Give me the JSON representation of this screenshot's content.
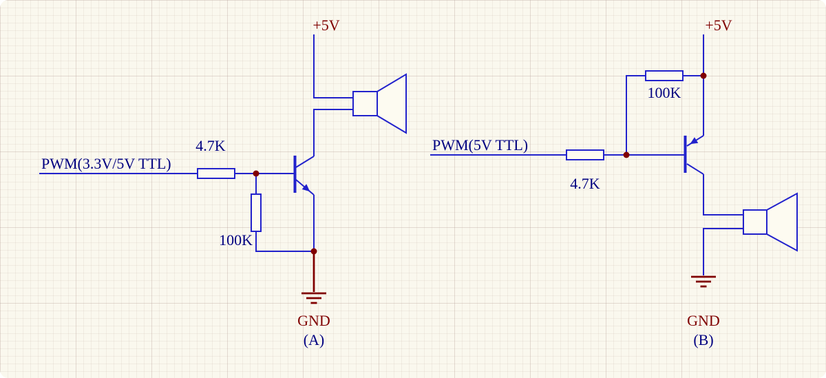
{
  "colors": {
    "background": "#faf8ee",
    "wire-blue": "#2222cc",
    "label-navy": "#000080",
    "power-maroon": "#800000",
    "junction-red": "#800000",
    "component-fill": "#fdfbf1"
  },
  "circuit_a": {
    "caption": "(A)",
    "input_label": "PWM(3.3V/5V TTL)",
    "series_resistor_value": "4.7K",
    "bias_resistor_value": "100K",
    "supply_label": "+5V",
    "ground_label": "GND",
    "transistor_type": "NPN",
    "load": "speaker"
  },
  "circuit_b": {
    "caption": "(B)",
    "input_label": "PWM(5V TTL)",
    "series_resistor_value": "4.7K",
    "pullup_resistor_value": "100K",
    "supply_label": "+5V",
    "ground_label": "GND",
    "transistor_type": "PNP",
    "load": "speaker"
  }
}
